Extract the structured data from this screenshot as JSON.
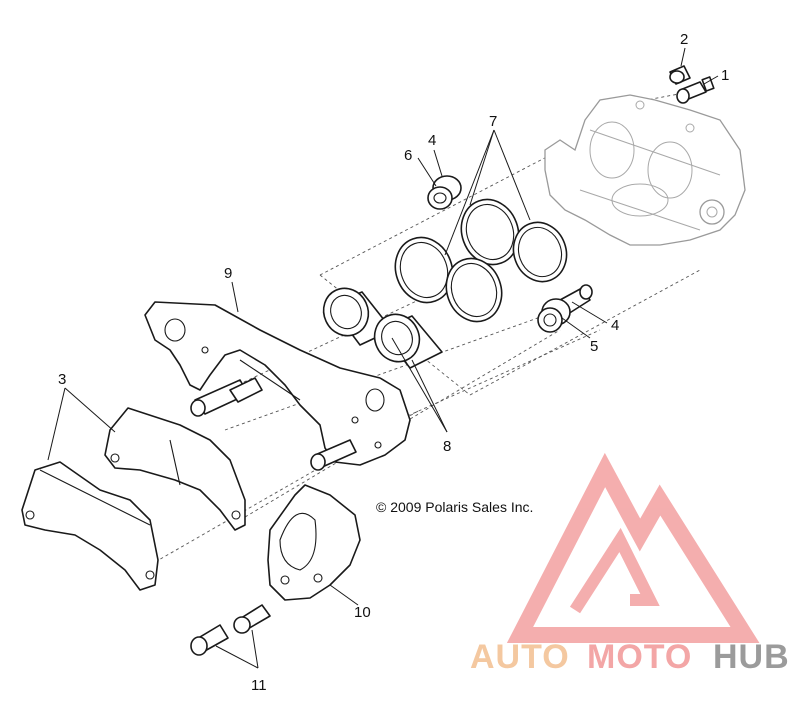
{
  "diagram": {
    "copyright": "© 2009 Polaris Sales Inc.",
    "callouts": [
      "1",
      "2",
      "3",
      "4",
      "5",
      "6",
      "7",
      "8",
      "9",
      "10",
      "11"
    ],
    "second_callout_4": "4"
  },
  "watermark": {
    "word_a": "AUTO",
    "word_b": "MOTO",
    "word_c": "HUB",
    "color_a": "#f4c8a0",
    "color_b": "#f3a6a6",
    "color_c": "#9b9b9b",
    "logo_color": "#f3a0a0"
  }
}
